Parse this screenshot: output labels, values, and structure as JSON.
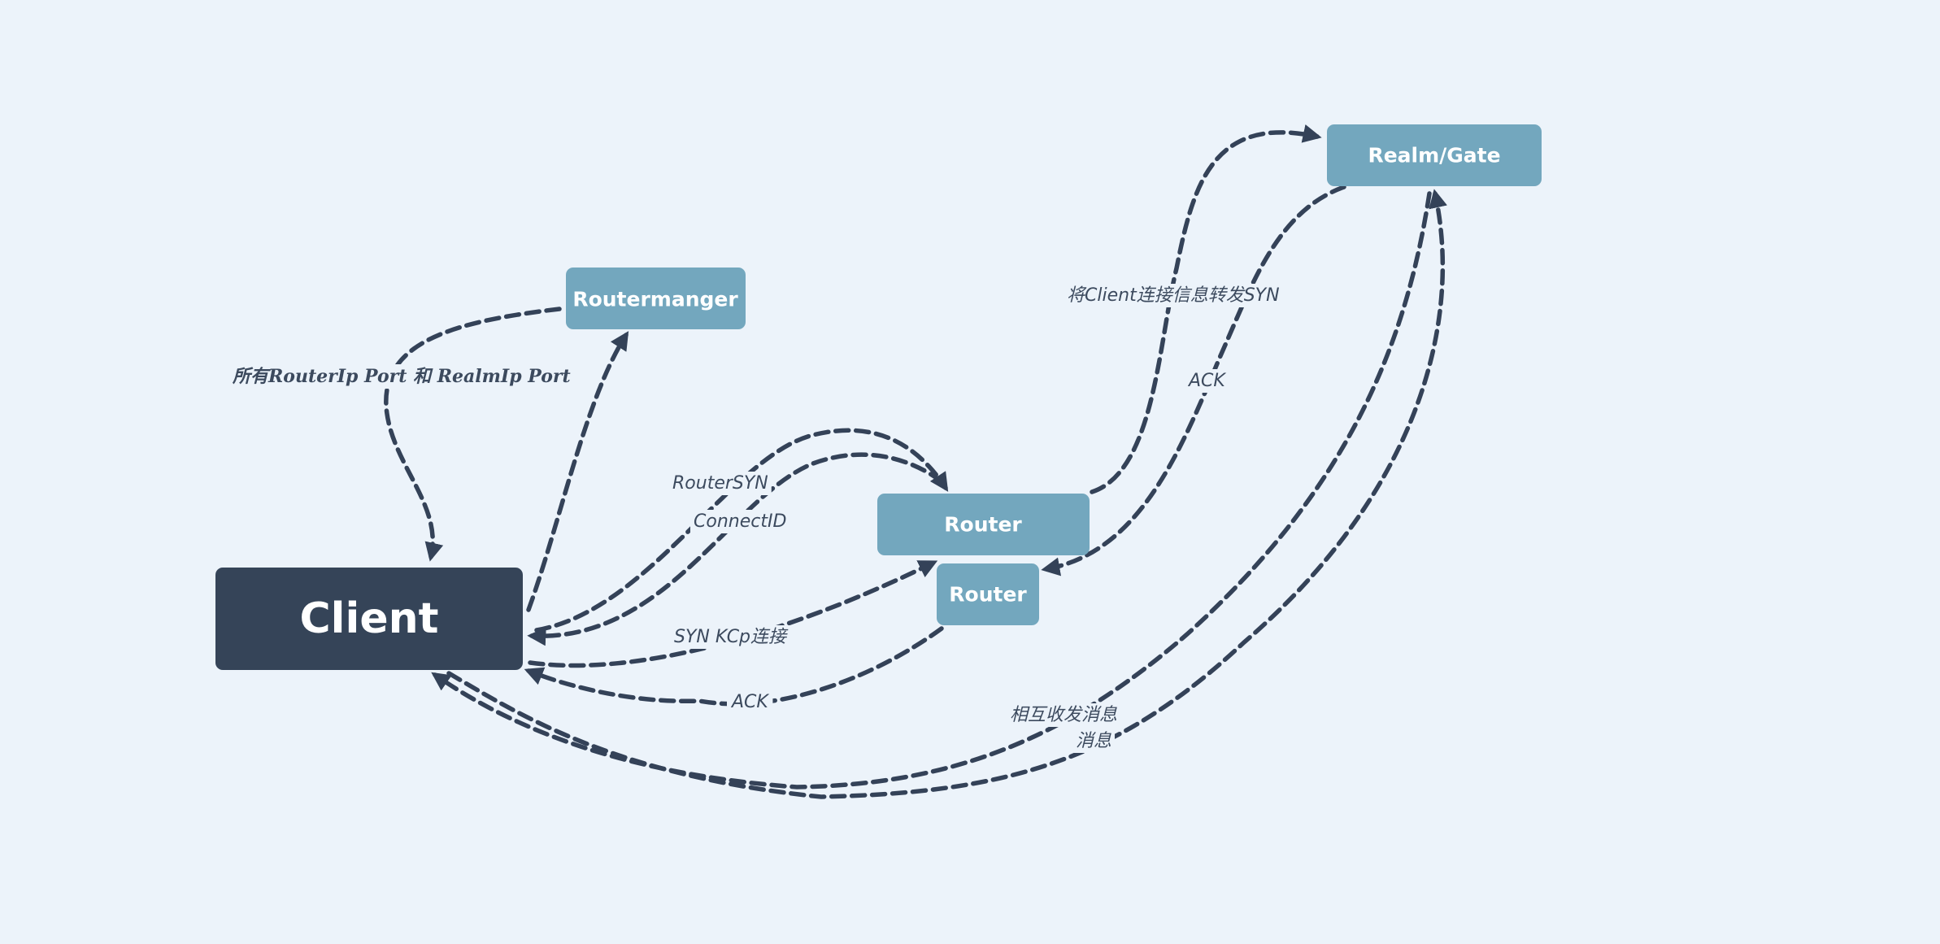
{
  "colors": {
    "background": "#ecf3fa",
    "node_light": "#73a7be",
    "node_dark": "#354458",
    "edge": "#344258",
    "label_text": "#3c4a5e"
  },
  "nodes": {
    "client": "Client",
    "routermanger": "Routermanger",
    "router_top": "Router",
    "router_bottom": "Router",
    "realm_gate": "Realm/Gate"
  },
  "edge_labels": {
    "all_router_ports": "所有RouterIp Port 和 RealmIp Port",
    "router_syn": "RouterSYN",
    "connect_id": "ConnectID",
    "syn_kcp": "SYN KCp连接",
    "ack_router": "ACK",
    "forward_syn": "将Client连接信息转发SYN",
    "ack_realm": "ACK",
    "exchange_messages": "相互收发消息",
    "messages": "消息"
  }
}
